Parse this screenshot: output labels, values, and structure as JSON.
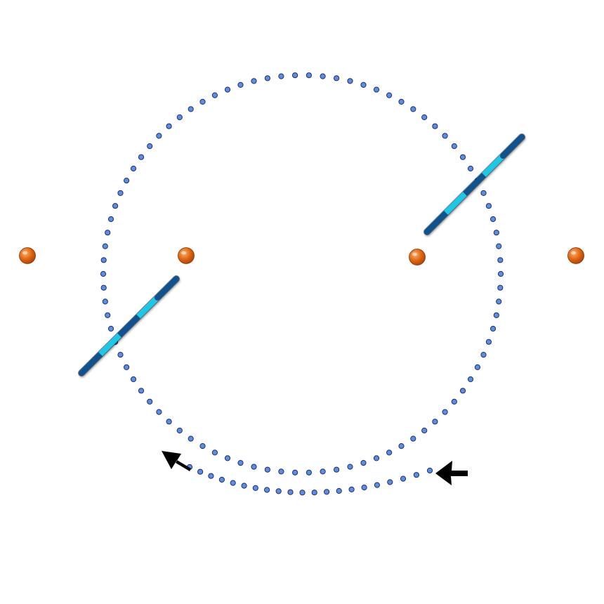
{
  "diagram": {
    "colors": {
      "background": "#ffffff",
      "dot_fill": "#5b8de8",
      "dot_stroke": "#1c2f6b",
      "segment_dark_gray": "#3d4a4c",
      "segment_pink": "#c76bb3",
      "segment_navy": "#0f5391",
      "segment_cyan": "#1ec8ea",
      "end_sphere": "#e0650f",
      "arrow": "#000000"
    },
    "icons": {
      "end_cap": "sphere",
      "direction": "arrow"
    },
    "rods": [
      {
        "role": "left-horizontal-rod",
        "pattern": [
          "segment_dark_gray",
          "segment_pink",
          "segment_dark_gray",
          "segment_pink",
          "segment_dark_gray"
        ],
        "end_caps": true
      },
      {
        "role": "center-horizontal-rod",
        "pattern": [
          "segment_pink",
          "segment_dark_gray",
          "segment_pink",
          "segment_dark_gray",
          "segment_pink"
        ],
        "end_caps": false
      },
      {
        "role": "right-horizontal-rod",
        "pattern": [
          "segment_dark_gray",
          "segment_pink",
          "segment_dark_gray",
          "segment_pink",
          "segment_dark_gray"
        ],
        "end_caps": true
      },
      {
        "role": "lower-left-diagonal-rod",
        "pattern": [
          "segment_navy",
          "segment_cyan",
          "segment_navy",
          "segment_cyan",
          "segment_navy"
        ],
        "end_caps": false
      },
      {
        "role": "upper-right-diagonal-rod",
        "pattern": [
          "segment_navy",
          "segment_cyan",
          "segment_navy",
          "segment_cyan",
          "segment_navy"
        ],
        "end_caps": false
      }
    ]
  }
}
